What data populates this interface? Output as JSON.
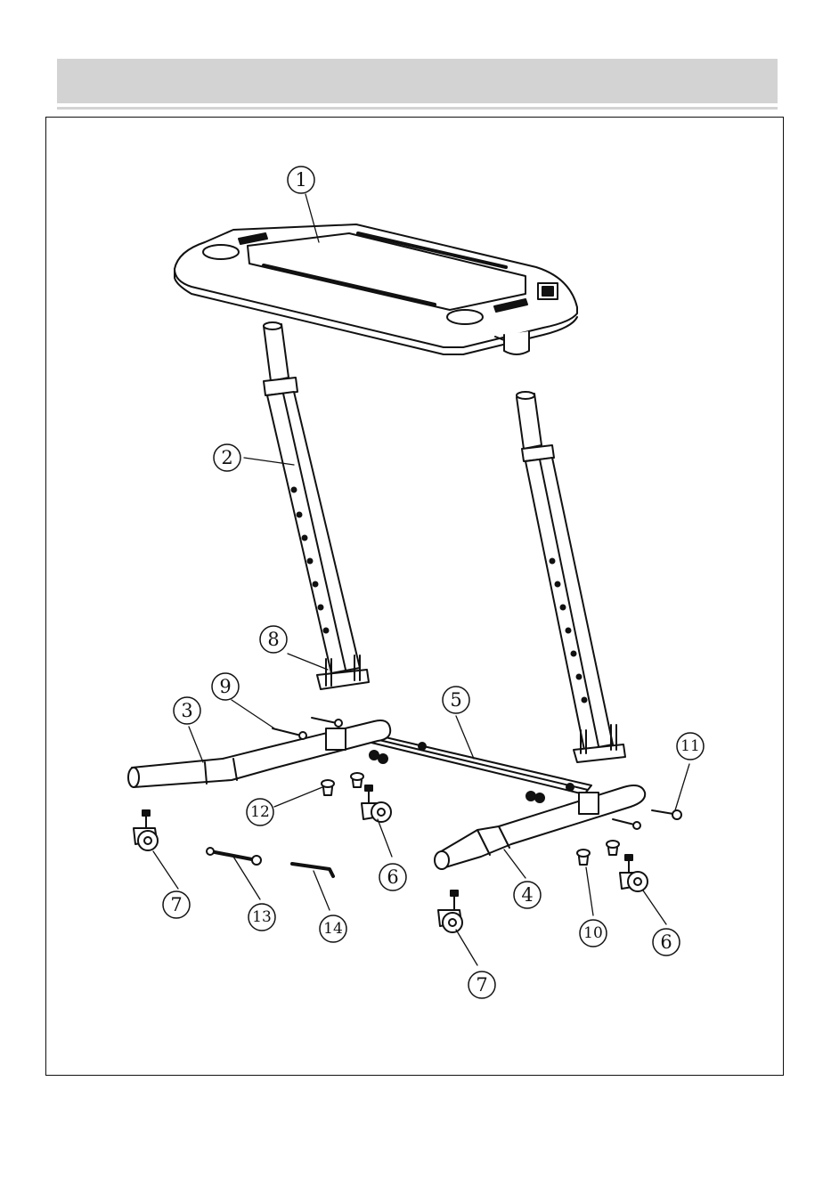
{
  "header": {
    "title": ""
  },
  "callouts": [
    {
      "id": "1",
      "label": "1"
    },
    {
      "id": "2",
      "label": "2"
    },
    {
      "id": "3",
      "label": "3"
    },
    {
      "id": "4",
      "label": "4"
    },
    {
      "id": "5",
      "label": "5"
    },
    {
      "id": "6a",
      "label": "6"
    },
    {
      "id": "6b",
      "label": "6"
    },
    {
      "id": "7a",
      "label": "7"
    },
    {
      "id": "7b",
      "label": "7"
    },
    {
      "id": "8",
      "label": "8"
    },
    {
      "id": "9",
      "label": "9"
    },
    {
      "id": "10",
      "label": "10"
    },
    {
      "id": "11",
      "label": "11"
    },
    {
      "id": "12",
      "label": "12"
    },
    {
      "id": "13",
      "label": "13"
    },
    {
      "id": "14",
      "label": "14"
    }
  ],
  "colors": {
    "ink": "#111111",
    "header_fill": "#d3d3d3",
    "paper": "#ffffff"
  }
}
